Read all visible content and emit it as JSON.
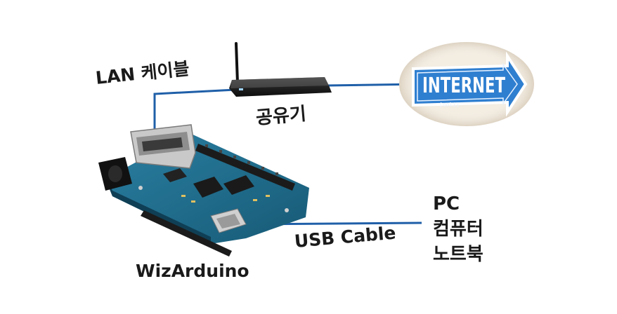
{
  "labels": {
    "lan_cable": "LAN 케이블",
    "router": "공유기",
    "usb_cable": "USB Cable",
    "board": "WizArduino",
    "pc_lines": [
      "PC",
      "컴퓨터",
      "노트북"
    ]
  },
  "sign": {
    "text": "INTERNET",
    "small_text": "[ooli]"
  },
  "colors": {
    "cable": "#1f5fa8",
    "sign_blue": "#2f7fd0",
    "board_blue": "#1f6a8a",
    "router_body": "#2a2a2a"
  }
}
